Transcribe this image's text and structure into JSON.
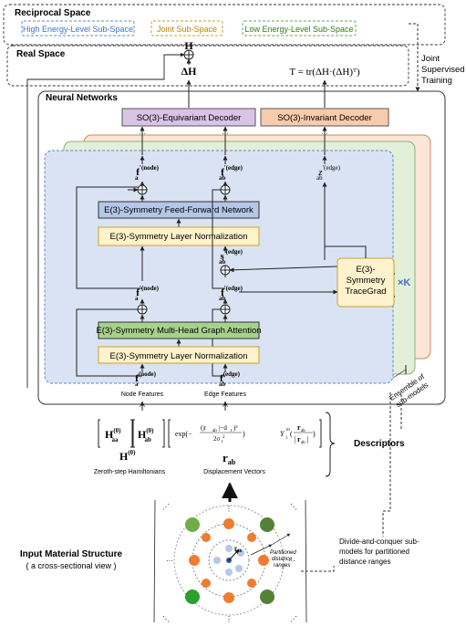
{
  "reciprocal_space": {
    "title": "Reciprocal Space",
    "high": "High Energy-Level Sub-Space",
    "joint": "Joint Sub-Space",
    "low": "Low Energy-Level Sub-Space"
  },
  "real_space": {
    "title": "Real Space"
  },
  "joint_training": {
    "line1": "Joint",
    "line2": "Supervised",
    "line3": "Training"
  },
  "outputs": {
    "h_top": "H",
    "delta_h": "ΔH",
    "t_formula": "T = tr(ΔH·(ΔH)ᵀ)"
  },
  "neural_networks": {
    "title": "Neural Networks"
  },
  "decoders": {
    "equivariant": "SO(3)-Equivariant Decoder",
    "invariant": "SO(3)-Invariant Decoder"
  },
  "blocks": {
    "ffn": "E(3)-Symmetry Feed-Forward Network",
    "ln_top": "E(3)-Symmetry Layer Normalization",
    "attention": "E(3)-Symmetry Multi-Head Graph Attention",
    "ln_bottom": "E(3)-Symmetry Layer Normalization",
    "tracegrad_1": "E(3)-",
    "tracegrad_2": "Symmetry",
    "tracegrad_3": "TraceGrad",
    "repeat": "×K"
  },
  "features": {
    "f_node_out": "f′a(node)",
    "f_edge_out": "f′ab(edge)",
    "z_edge": "z′ab(edge)",
    "s_edge": "s′ab(edge)",
    "f_node_mid": "f′a(node)",
    "f_edge_mid": "f′ab(edge)",
    "f_node_in": "fa(node)",
    "f_edge_in": "fab(edge)",
    "node_caption": "Node Features",
    "edge_caption": "Edge Features"
  },
  "ensemble": {
    "line1": "Ensemble of",
    "line2": "sub-models"
  },
  "descriptors": {
    "title": "Descriptors",
    "haa": "Haa(0)",
    "hab": "Hab(0)",
    "exp": "exp(−(|rab|−dt)²/2σt²)",
    "ylm": "Ylm(rab/|rab|)",
    "h0": "H(0)",
    "rab": "rab",
    "zeroth_caption": "Zeroth-step Hamiltonians",
    "disp_caption": "Displacement Vectors"
  },
  "input": {
    "title": "Input Material Structure",
    "subtitle": "( a cross-sectional view )",
    "partition_1": "Partitioned",
    "partition_2": "distance",
    "partition_3": "ranges",
    "rab_label": "rab",
    "divide_1": "Divide-and-conquer sub-",
    "divide_2": "models for partitioned",
    "divide_3": "distance ranges"
  },
  "colors": {
    "accent_blue": "#4472c4",
    "node_orange": "#ed7d31",
    "node_green": "#70ad47",
    "node_darkgreen": "#548235",
    "node_lightblue": "#b4c7e7"
  }
}
